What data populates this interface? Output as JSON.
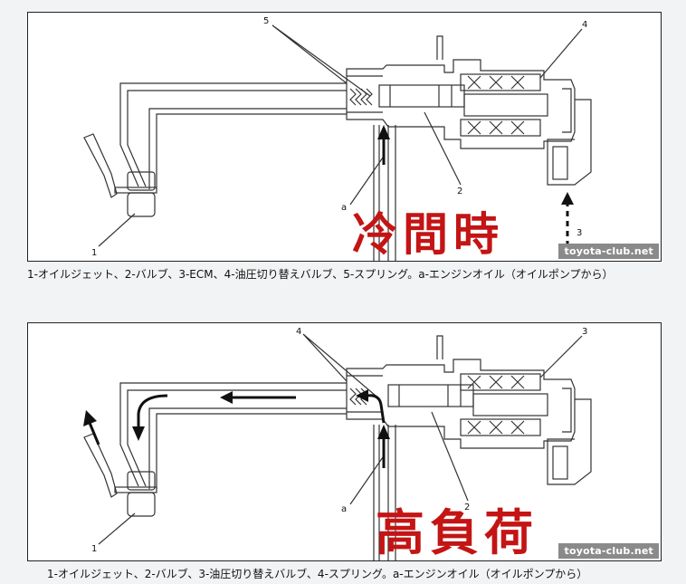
{
  "figure1": {
    "callouts": [
      "1",
      "2",
      "3",
      "4",
      "5",
      "a"
    ],
    "handwritten_note": "冷間時",
    "watermark": "toyota-club.net"
  },
  "caption1": "1-オイルジェット、2-バルブ、3-ECM、4-油圧切り替えバルブ、5-スプリング。a-エンジンオイル（オイルポンプから）",
  "figure2": {
    "callouts": [
      "1",
      "2",
      "3",
      "4",
      "a"
    ],
    "handwritten_note": "高負荷",
    "watermark": "toyota-club.net"
  },
  "caption2": "1-オイルジェット、2-バルブ、3-油圧切り替えバルブ、4-スプリング。a-エンジンオイル（オイルポンプから）",
  "colors": {
    "note": "#c41414",
    "watermark_bg": "#8a8a8a",
    "page_bg": "#f2f3f4"
  }
}
